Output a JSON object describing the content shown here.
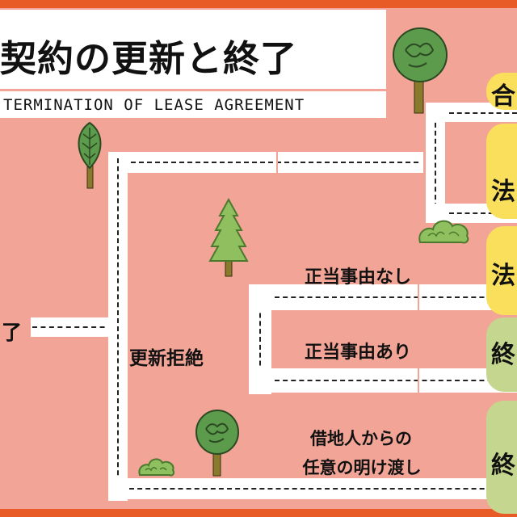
{
  "title": {
    "main": "契約の更新と終了",
    "sub": "TERMINATION OF LEASE AGREEMENT"
  },
  "flow": {
    "start_label": "了",
    "refusal_label": "更新拒絶",
    "no_just_cause": "正当事由なし",
    "with_just_cause": "正当事由あり",
    "voluntary_line1": "借地人からの",
    "voluntary_line2": "任意の明け渡し"
  },
  "results": {
    "r1": "合",
    "r2": "法",
    "r3": "法",
    "r4": "終",
    "r5": "終"
  },
  "colors": {
    "frame": "#e85a26",
    "background": "#f2a596",
    "road": "#ffffff",
    "result_yellow": "#f9df5c",
    "result_green": "#c5d68f"
  }
}
